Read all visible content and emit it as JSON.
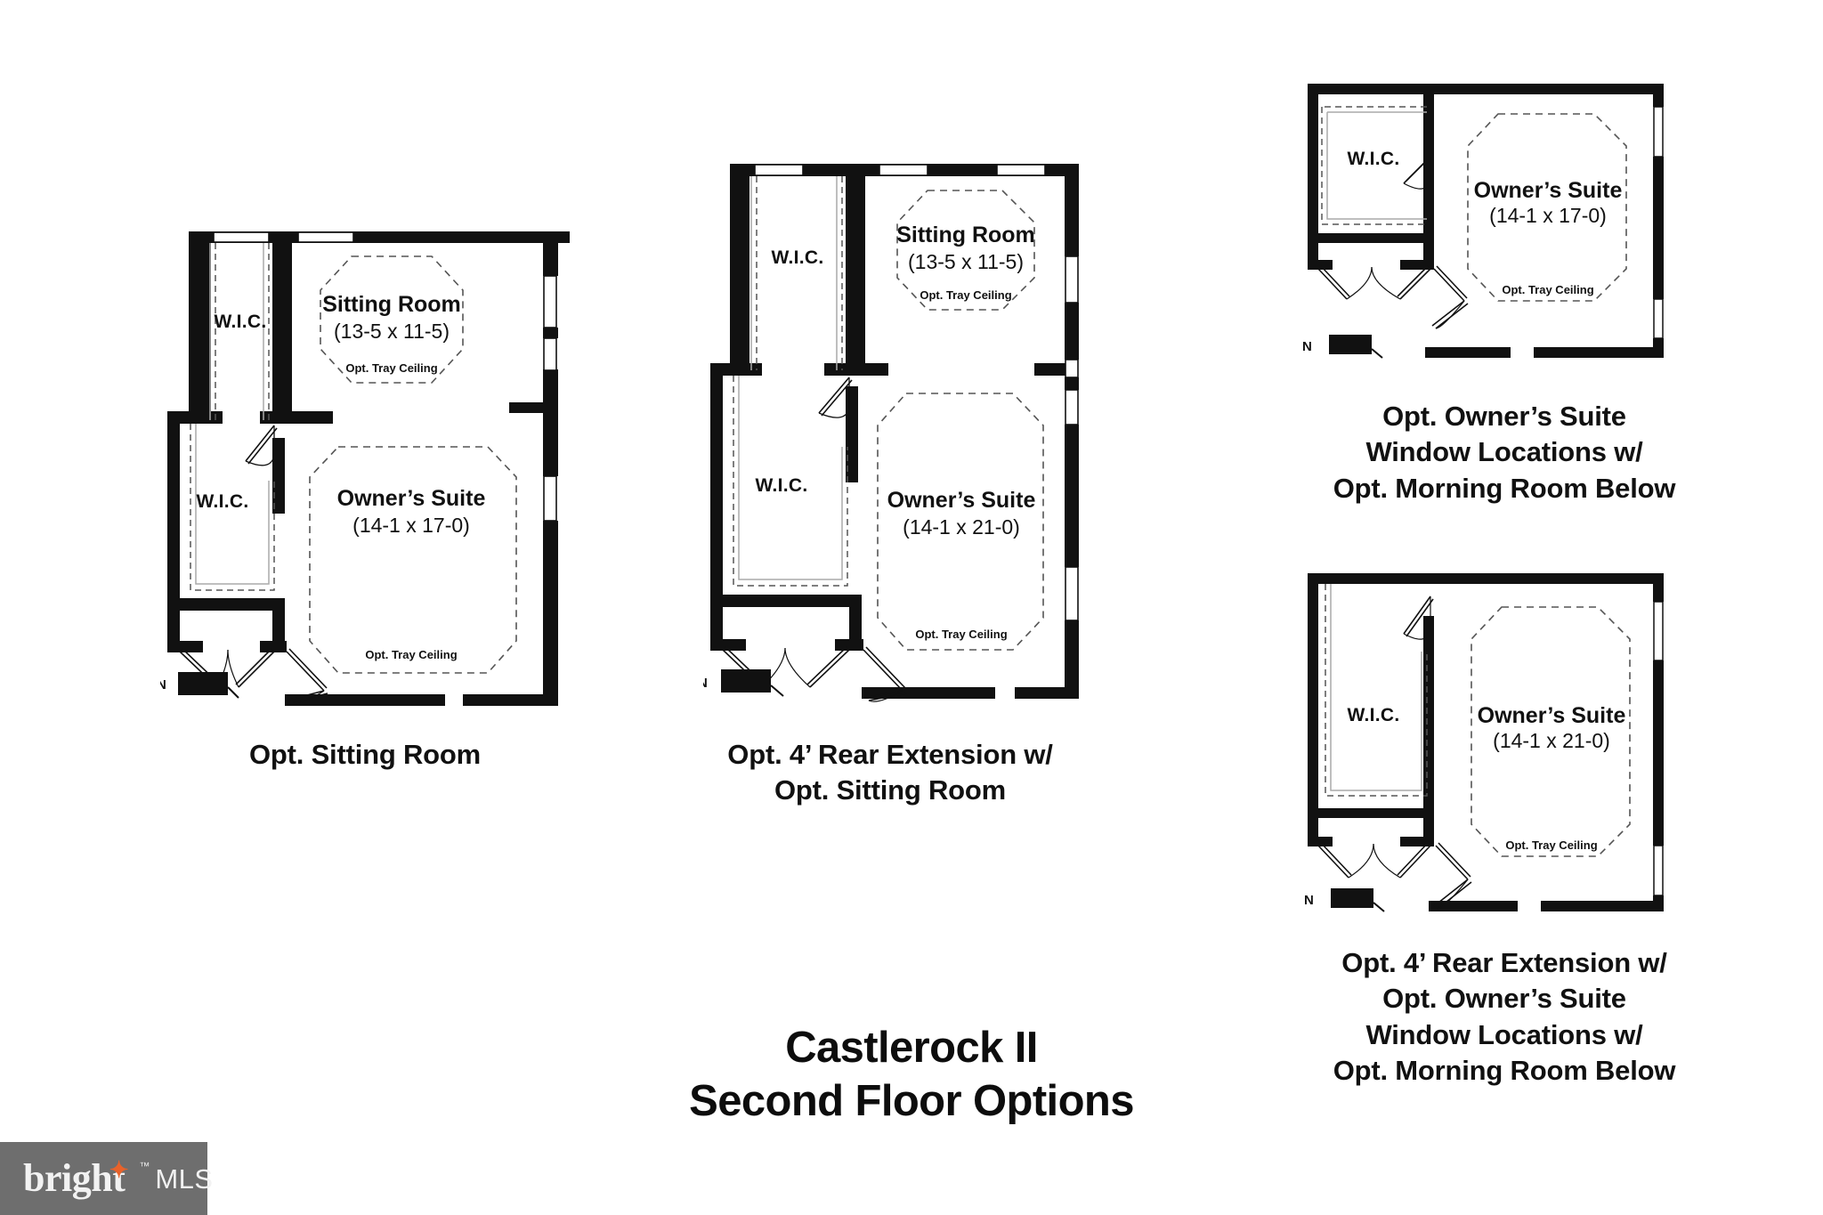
{
  "document": {
    "title_line1": "Castlerock II",
    "title_line2": "Second Floor Options"
  },
  "watermark": {
    "brand": "bright",
    "trademark": "™",
    "suffix": "MLS",
    "bg_color": "#6e6e6e",
    "text_color": "#f2f2f2",
    "accent_color": "#e8622a",
    "star_glyph": "✦"
  },
  "common": {
    "wic_label": "W.I.C.",
    "tray_label": "Opt. Tray Ceiling",
    "north_label": "N",
    "owners_suite_name": "Owner’s Suite",
    "sitting_room_name": "Sitting Room"
  },
  "plans": [
    {
      "id": "opt-sitting-room",
      "caption": "Opt. Sitting Room",
      "rooms": [
        {
          "name": "W.I.C.",
          "dims": ""
        },
        {
          "name": "W.I.C.",
          "dims": ""
        },
        {
          "name": "Sitting Room",
          "dims": "(13-5 x 11-5)",
          "ceiling": "Opt. Tray Ceiling"
        },
        {
          "name": "Owner’s Suite",
          "dims": "(14-1 x 17-0)",
          "ceiling": "Opt. Tray Ceiling"
        }
      ],
      "north_label": "N"
    },
    {
      "id": "opt-4-rear-ext-sitting-room",
      "caption": "Opt. 4’ Rear Extension w/\nOpt. Sitting Room",
      "rooms": [
        {
          "name": "W.I.C.",
          "dims": ""
        },
        {
          "name": "W.I.C.",
          "dims": ""
        },
        {
          "name": "Sitting Room",
          "dims": "(13-5 x 11-5)",
          "ceiling": "Opt. Tray Ceiling"
        },
        {
          "name": "Owner’s Suite",
          "dims": "(14-1 x 21-0)",
          "ceiling": "Opt. Tray Ceiling"
        }
      ],
      "north_label": "N"
    },
    {
      "id": "opt-owners-suite-window-locations",
      "caption": "Opt. Owner’s Suite\nWindow Locations w/\nOpt. Morning Room Below",
      "rooms": [
        {
          "name": "W.I.C.",
          "dims": ""
        },
        {
          "name": "Owner’s Suite",
          "dims": "(14-1 x 17-0)",
          "ceiling": "Opt. Tray Ceiling"
        }
      ],
      "north_label": "N"
    },
    {
      "id": "opt-4-rear-ext-owners-suite-window-locations",
      "caption": "Opt. 4’ Rear Extension w/\nOpt. Owner’s Suite\nWindow Locations w/\nOpt. Morning Room Below",
      "rooms": [
        {
          "name": "W.I.C.",
          "dims": ""
        },
        {
          "name": "Owner’s Suite",
          "dims": "(14-1 x 21-0)",
          "ceiling": "Opt. Tray Ceiling"
        }
      ],
      "north_label": "N"
    }
  ]
}
